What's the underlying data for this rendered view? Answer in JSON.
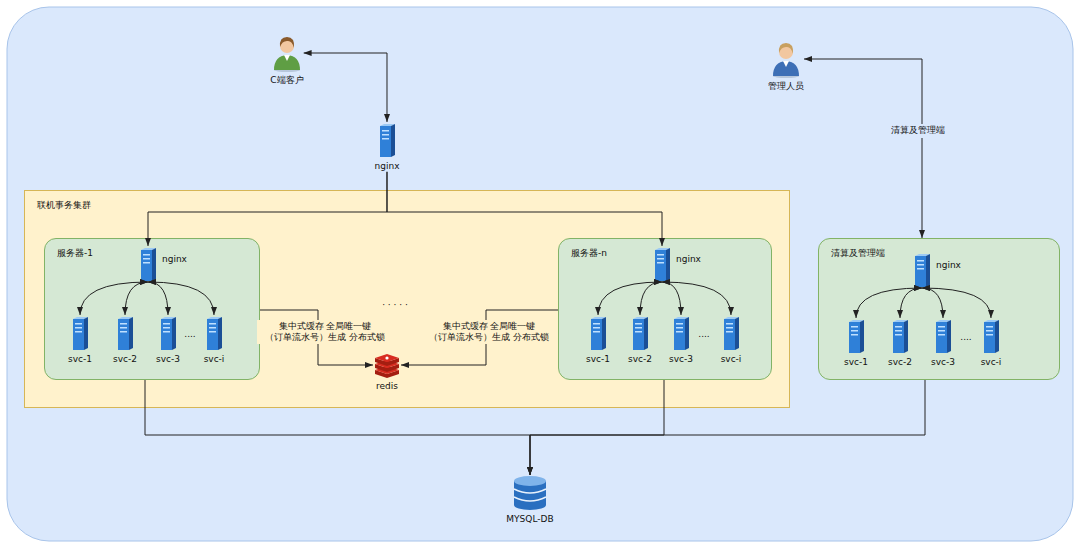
{
  "diagram": {
    "nodes": [
      {
        "text": [
          "C端客户"
        ]
      },
      {
        "text": [
          "nginx"
        ]
      },
      {
        "text": [
          "管理人员"
        ]
      },
      {
        "text": [
          "联机事务集群"
        ]
      },
      {
        "text": [
          "服务器-1"
        ],
        "in": 3
      },
      {
        "text": [
          "nginx"
        ],
        "in": 4
      },
      {
        "text": [
          "svc-1"
        ],
        "in": 4
      },
      {
        "text": [
          "svc-2"
        ],
        "in": 4
      },
      {
        "text": [
          "svc-3"
        ],
        "in": 4
      },
      {
        "text": [
          "svc-i"
        ],
        "in": 4
      },
      {
        "text": [
          "服务器-n"
        ],
        "in": 3
      },
      {
        "text": [
          "nginx"
        ],
        "in": 10
      },
      {
        "text": [
          "svc-1"
        ],
        "in": 10
      },
      {
        "text": [
          "svc-2"
        ],
        "in": 10
      },
      {
        "text": [
          "svc-3"
        ],
        "in": 10
      },
      {
        "text": [
          "svc-i"
        ],
        "in": 10
      },
      {
        "text": [
          "redis"
        ],
        "in": 3
      },
      {
        "text": [
          "清算及管理端"
        ]
      },
      {
        "text": [
          "nginx"
        ],
        "in": 17
      },
      {
        "text": [
          "svc-1"
        ],
        "in": 17
      },
      {
        "text": [
          "svc-2"
        ],
        "in": 17
      },
      {
        "text": [
          "svc-3"
        ],
        "in": 17
      },
      {
        "text": [
          "svc-i"
        ],
        "in": 17
      },
      {
        "text": [
          "MYSQL-DB"
        ]
      }
    ],
    "edges": [
      {
        "from": 0,
        "to": 1,
        "arrow": "both"
      },
      {
        "from": 1,
        "to": 5,
        "arrow": "to"
      },
      {
        "from": 1,
        "to": 11,
        "arrow": "to"
      },
      {
        "from": 2,
        "to": 17,
        "label": "清算及管理端",
        "arrow": "both"
      },
      {
        "from": 5,
        "to": 6,
        "arrow": "both"
      },
      {
        "from": 5,
        "to": 7,
        "arrow": "both"
      },
      {
        "from": 5,
        "to": 8,
        "arrow": "both"
      },
      {
        "from": 5,
        "to": 9,
        "arrow": "both"
      },
      {
        "from": 11,
        "to": 12,
        "arrow": "both"
      },
      {
        "from": 11,
        "to": 13,
        "arrow": "both"
      },
      {
        "from": 11,
        "to": 14,
        "arrow": "both"
      },
      {
        "from": 11,
        "to": 15,
        "arrow": "both"
      },
      {
        "from": 18,
        "to": 19,
        "arrow": "both"
      },
      {
        "from": 18,
        "to": 20,
        "arrow": "both"
      },
      {
        "from": 18,
        "to": 21,
        "arrow": "both"
      },
      {
        "from": 18,
        "to": 22,
        "arrow": "both"
      },
      {
        "from": 4,
        "to": 16,
        "label": "集中式缓存 全局唯一键（订单流水号）生成 分布式锁",
        "arrow": "to"
      },
      {
        "from": 10,
        "to": 16,
        "label": "集中式缓存 全局唯一键（订单流水号）生成 分布式锁",
        "arrow": "to"
      },
      {
        "from": 4,
        "to": 23,
        "arrow": "to"
      },
      {
        "from": 10,
        "to": 23,
        "arrow": "to"
      },
      {
        "from": 17,
        "to": 23,
        "arrow": "to"
      }
    ],
    "labels": [
      "· · · · ·",
      "....",
      "....",
      "...."
    ]
  }
}
